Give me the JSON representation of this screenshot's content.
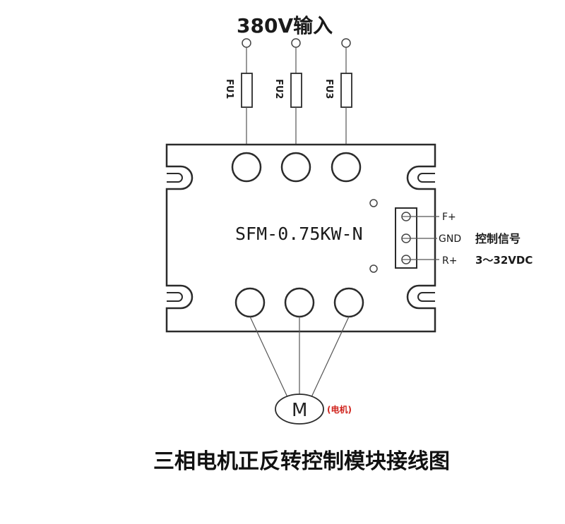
{
  "input_label": "380V输入",
  "fuses": [
    {
      "label": "FU1"
    },
    {
      "label": "FU2"
    },
    {
      "label": "FU3"
    }
  ],
  "module_model": "SFM-0.75KW-N",
  "control_pins": [
    {
      "label": "F+"
    },
    {
      "label": "GND"
    },
    {
      "label": "R+"
    }
  ],
  "control_signal": {
    "title": "控制信号",
    "range": "3～32VDC"
  },
  "motor": {
    "symbol": "M",
    "label": "(电机)",
    "label_color": "#d0241d"
  },
  "caption": "三相电机正反转控制模块接线图"
}
